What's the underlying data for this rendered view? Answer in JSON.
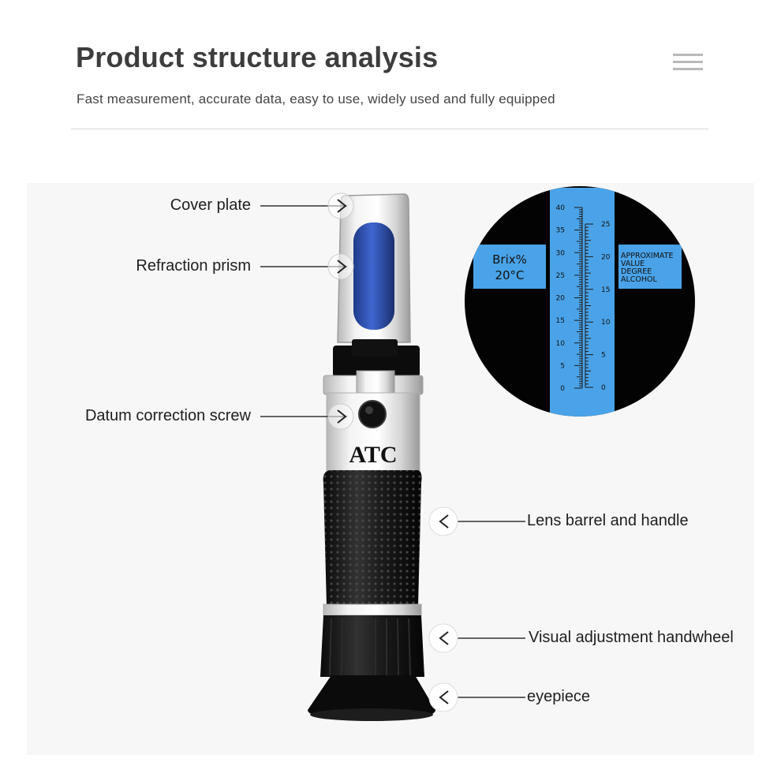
{
  "header": {
    "title": "Product structure analysis",
    "subtitle": "Fast measurement, accurate data, easy to use, widely used and fully equipped",
    "menu_icon": "hamburger-menu-icon"
  },
  "product": {
    "body_text": "ATC",
    "parts": [
      {
        "label": "Cover plate"
      },
      {
        "label": "Refraction prism"
      },
      {
        "label": "Datum correction screw"
      },
      {
        "label": "Lens barrel and handle"
      },
      {
        "label": "Visual adjustment handwheel"
      },
      {
        "label": "eyepiece"
      }
    ]
  },
  "scale_view": {
    "left_box": {
      "line1": "Brix%",
      "line2": "20°C"
    },
    "right_box": [
      "APPROXIMATE",
      "VALUE",
      "DEGREE",
      "ALCOHOL"
    ],
    "left_ticks": [
      "40",
      "35",
      "30",
      "25",
      "20",
      "15",
      "10",
      "5",
      "0"
    ],
    "right_ticks": [
      "25",
      "20",
      "15",
      "10",
      "5",
      "0"
    ],
    "colors": {
      "scale_blue": "#4aa3e8",
      "viewer_bg": "#030303"
    }
  }
}
